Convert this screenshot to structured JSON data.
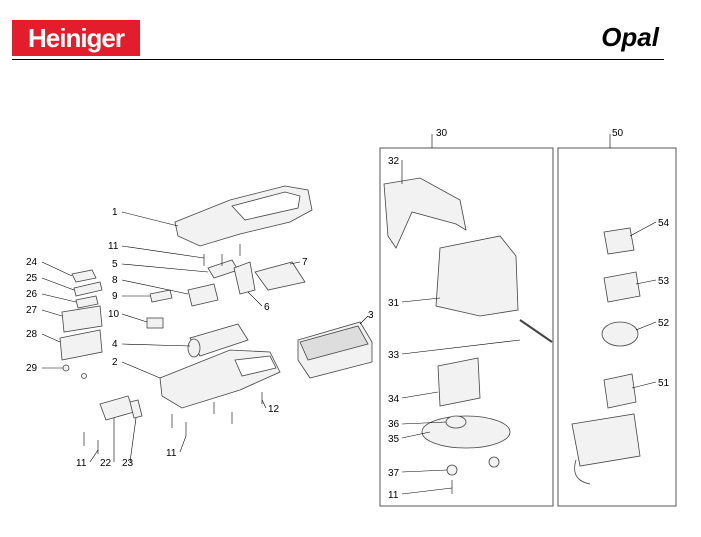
{
  "header": {
    "brand": "Heiniger",
    "model": "Opal"
  },
  "colors": {
    "brand_red": "#e41d2d",
    "line": "#000000",
    "part_stroke": "#444444",
    "part_fill": "#f2f2f2"
  },
  "labels": {
    "l1": "1",
    "l2": "2",
    "l3": "3",
    "l4": "4",
    "l5": "5",
    "l6": "6",
    "l7": "7",
    "l8": "8",
    "l9": "9",
    "l10": "10",
    "l11a": "11",
    "l11b": "11",
    "l11c": "11",
    "l12": "12",
    "l22": "22",
    "l23": "23",
    "l24": "24",
    "l25": "25",
    "l26": "26",
    "l27": "27",
    "l28": "28",
    "l29": "29",
    "l30": "30",
    "l31": "31",
    "l32": "32",
    "l33": "33",
    "l34": "34",
    "l35": "35",
    "l36": "36",
    "l37": "37",
    "l11d": "11",
    "l50": "50",
    "l51": "51",
    "l52": "52",
    "l53": "53",
    "l54": "54"
  }
}
